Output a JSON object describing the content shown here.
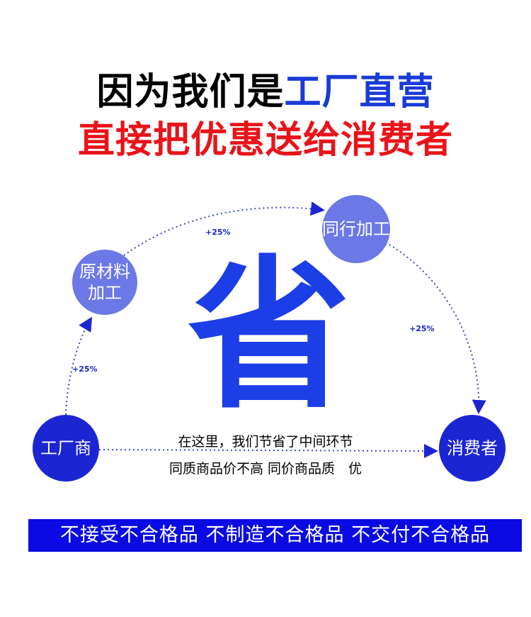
{
  "headline": {
    "line1_black": "因为我们是",
    "line1_blue": "工厂直营",
    "line2": "直接把优惠送给消费者"
  },
  "nodes": {
    "factory": "工厂商",
    "raw_material": [
      "原材料",
      "加工"
    ],
    "peer_processing": "同行加工",
    "consumer": "消费者"
  },
  "markups": {
    "factory_to_raw": "+25%",
    "raw_to_peer": "+25%",
    "peer_to_consumer": "+25%"
  },
  "center_char": "省",
  "middle_text": {
    "line1": "在这里，我们节省了中间环节",
    "line2": "同质商品价不高 同价商品质　优"
  },
  "banner": "不接受不合格品 不制造不合格品 不交付不合格品",
  "colors": {
    "blue": "#1b25d2",
    "light_blue": "#6b78e6",
    "red": "#e8141a",
    "banner": "#0a0ae2"
  }
}
